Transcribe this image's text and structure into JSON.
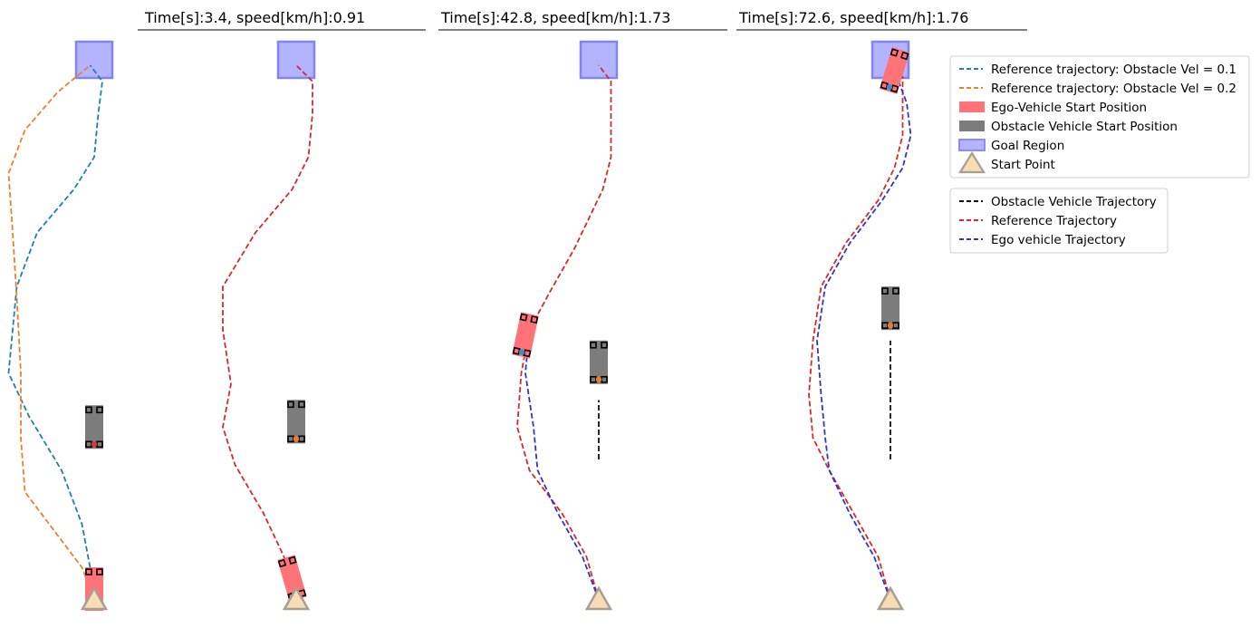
{
  "colors": {
    "ref_obs_01": "#1f7fa8",
    "ref_obs_02": "#e8822a",
    "ego_start": "#ff7378",
    "obstacle": "#7c7c7c",
    "goal_fill": "#b3b3ff",
    "goal_edge": "#8484ee",
    "start_fill": "#f7dcb4",
    "start_edge": "#a79f94",
    "obstacle_traj": "#111111",
    "reference_traj": "#d42a2a",
    "ego_traj": "#3333c4"
  },
  "panels": [
    {
      "title": ""
    },
    {
      "title": "Time[s]:3.4, speed[km/h]:0.91"
    },
    {
      "title": "Time[s]:42.8, speed[km/h]:1.73"
    },
    {
      "title": "Time[s]:72.6, speed[km/h]:1.76"
    }
  ],
  "legend1": [
    {
      "label": "Reference trajectory: Obstacle Vel = 0.1",
      "kind": "dash",
      "color_key": "ref_obs_01"
    },
    {
      "label": "Reference trajectory: Obstacle Vel = 0.2",
      "kind": "dash",
      "color_key": "ref_obs_02"
    },
    {
      "label": "Ego-Vehicle Start Position",
      "kind": "rect",
      "color_key": "ego_start"
    },
    {
      "label": "Obstacle Vehicle Start Position",
      "kind": "rect",
      "color_key": "obstacle"
    },
    {
      "label": "Goal Region",
      "kind": "goal",
      "color_key": "goal_fill"
    },
    {
      "label": "Start Point",
      "kind": "triangle",
      "color_key": "start_fill"
    }
  ],
  "legend2": [
    {
      "label": "Obstacle Vehicle Trajectory",
      "kind": "dash",
      "color_key": "obstacle_traj"
    },
    {
      "label": "Reference Trajectory",
      "kind": "dash",
      "color_key": "reference_traj"
    },
    {
      "label": "Ego vehicle Trajectory",
      "kind": "dash",
      "color_key": "ego_traj"
    }
  ],
  "chart_data": [
    {
      "type": "scatter",
      "panel": 0,
      "title": "",
      "series": [
        {
          "name": "Reference trajectory: Obstacle Vel = 0.1",
          "points": [
            [
              0.0,
              0.0
            ],
            [
              -0.1,
              0.6
            ],
            [
              -0.3,
              1.4
            ],
            [
              -0.8,
              2.4
            ],
            [
              -1.6,
              3.4
            ],
            [
              -2.1,
              4.2
            ],
            [
              -2.0,
              5.0
            ],
            [
              -1.9,
              5.8
            ],
            [
              -1.4,
              6.8
            ],
            [
              -0.5,
              7.6
            ],
            [
              0.0,
              8.2
            ],
            [
              0.1,
              9.0
            ],
            [
              0.2,
              9.6
            ],
            [
              -0.1,
              9.9
            ]
          ]
        },
        {
          "name": "Reference trajectory: Obstacle Vel = 0.2",
          "points": [
            [
              0.0,
              0.0
            ],
            [
              -0.3,
              0.6
            ],
            [
              -0.9,
              1.2
            ],
            [
              -1.7,
              2.0
            ],
            [
              -1.8,
              3.0
            ],
            [
              -1.8,
              4.2
            ],
            [
              -1.9,
              5.6
            ],
            [
              -2.0,
              6.8
            ],
            [
              -2.1,
              7.9
            ],
            [
              -1.7,
              8.7
            ],
            [
              -0.9,
              9.4
            ],
            [
              -0.1,
              9.9
            ]
          ]
        }
      ],
      "goal": [
        0.0,
        10.0
      ],
      "start": [
        0.0,
        0.0
      ],
      "ego_vehicle": {
        "center": [
          0.0,
          0.2
        ],
        "heading_deg": 90
      },
      "obstacle_vehicle": {
        "center": [
          0.0,
          3.2
        ],
        "heading_deg": 90
      }
    },
    {
      "type": "scatter",
      "panel": 1,
      "title": "Time[s]:3.4, speed[km/h]:0.91",
      "series": [
        {
          "name": "Reference Trajectory",
          "points": [
            [
              0.0,
              0.0
            ],
            [
              -0.3,
              0.8
            ],
            [
              -0.8,
              1.6
            ],
            [
              -1.5,
              2.5
            ],
            [
              -1.8,
              3.2
            ],
            [
              -1.6,
              4.0
            ],
            [
              -1.8,
              5.0
            ],
            [
              -1.8,
              5.8
            ],
            [
              -1.0,
              6.8
            ],
            [
              -0.1,
              7.6
            ],
            [
              0.3,
              8.2
            ],
            [
              0.4,
              9.0
            ],
            [
              0.4,
              9.6
            ],
            [
              0.0,
              9.9
            ]
          ]
        }
      ],
      "goal": [
        0.0,
        10.0
      ],
      "start": [
        0.0,
        0.0
      ],
      "ego_vehicle": {
        "center": [
          -0.1,
          0.4
        ],
        "heading_deg": 106
      },
      "obstacle_vehicle": {
        "center": [
          0.0,
          3.3
        ],
        "heading_deg": 90
      }
    },
    {
      "type": "scatter",
      "panel": 2,
      "title": "Time[s]:42.8, speed[km/h]:1.73",
      "series": [
        {
          "name": "Reference Trajectory",
          "points": [
            [
              0.0,
              0.0
            ],
            [
              -0.3,
              0.8
            ],
            [
              -0.9,
              1.6
            ],
            [
              -1.7,
              2.4
            ],
            [
              -2.0,
              3.2
            ],
            [
              -1.9,
              4.2
            ],
            [
              -1.7,
              5.0
            ],
            [
              -1.2,
              5.7
            ],
            [
              -0.6,
              6.5
            ],
            [
              0.1,
              7.6
            ],
            [
              0.3,
              8.2
            ],
            [
              0.3,
              9.0
            ],
            [
              0.3,
              9.6
            ],
            [
              0.0,
              9.9
            ]
          ]
        },
        {
          "name": "Ego vehicle Trajectory",
          "points": [
            [
              0.0,
              0.0
            ],
            [
              -0.4,
              0.8
            ],
            [
              -1.0,
              1.6
            ],
            [
              -1.5,
              2.4
            ],
            [
              -1.6,
              3.2
            ],
            [
              -1.8,
              4.2
            ],
            [
              -1.7,
              5.0
            ]
          ]
        },
        {
          "name": "Obstacle Vehicle Trajectory",
          "points": [
            [
              0.0,
              2.6
            ],
            [
              0.0,
              3.7
            ]
          ]
        }
      ],
      "goal": [
        0.0,
        10.0
      ],
      "start": [
        0.0,
        0.0
      ],
      "ego_vehicle": {
        "center": [
          -1.8,
          4.9
        ],
        "heading_deg": 78
      },
      "obstacle_vehicle": {
        "center": [
          0.0,
          4.4
        ],
        "heading_deg": 90
      }
    },
    {
      "type": "scatter",
      "panel": 3,
      "title": "Time[s]:72.6, speed[km/h]:1.76",
      "series": [
        {
          "name": "Reference Trajectory",
          "points": [
            [
              0.0,
              0.0
            ],
            [
              -0.3,
              0.8
            ],
            [
              -0.9,
              1.6
            ],
            [
              -1.5,
              2.4
            ],
            [
              -1.9,
              3.0
            ],
            [
              -2.0,
              3.8
            ],
            [
              -1.9,
              4.8
            ],
            [
              -1.7,
              5.8
            ],
            [
              -1.1,
              6.6
            ],
            [
              -0.3,
              7.4
            ],
            [
              0.1,
              8.0
            ],
            [
              0.3,
              8.6
            ],
            [
              0.3,
              9.3
            ],
            [
              0.3,
              9.7
            ]
          ]
        },
        {
          "name": "Ego vehicle Trajectory",
          "points": [
            [
              0.0,
              0.0
            ],
            [
              -0.4,
              0.8
            ],
            [
              -1.0,
              1.6
            ],
            [
              -1.5,
              2.4
            ],
            [
              -1.6,
              3.0
            ],
            [
              -1.7,
              3.8
            ],
            [
              -1.8,
              4.8
            ],
            [
              -1.6,
              5.8
            ],
            [
              -1.0,
              6.6
            ],
            [
              -0.2,
              7.4
            ],
            [
              0.3,
              8.0
            ],
            [
              0.5,
              8.6
            ],
            [
              0.4,
              9.2
            ],
            [
              0.2,
              9.6
            ]
          ]
        },
        {
          "name": "Obstacle Vehicle Trajectory",
          "points": [
            [
              0.0,
              2.6
            ],
            [
              0.0,
              4.8
            ]
          ]
        }
      ],
      "goal": [
        0.0,
        10.0
      ],
      "start": [
        0.0,
        0.0
      ],
      "ego_vehicle": {
        "center": [
          0.1,
          9.8
        ],
        "heading_deg": 73
      },
      "obstacle_vehicle": {
        "center": [
          0.0,
          5.4
        ],
        "heading_deg": 90
      }
    }
  ]
}
